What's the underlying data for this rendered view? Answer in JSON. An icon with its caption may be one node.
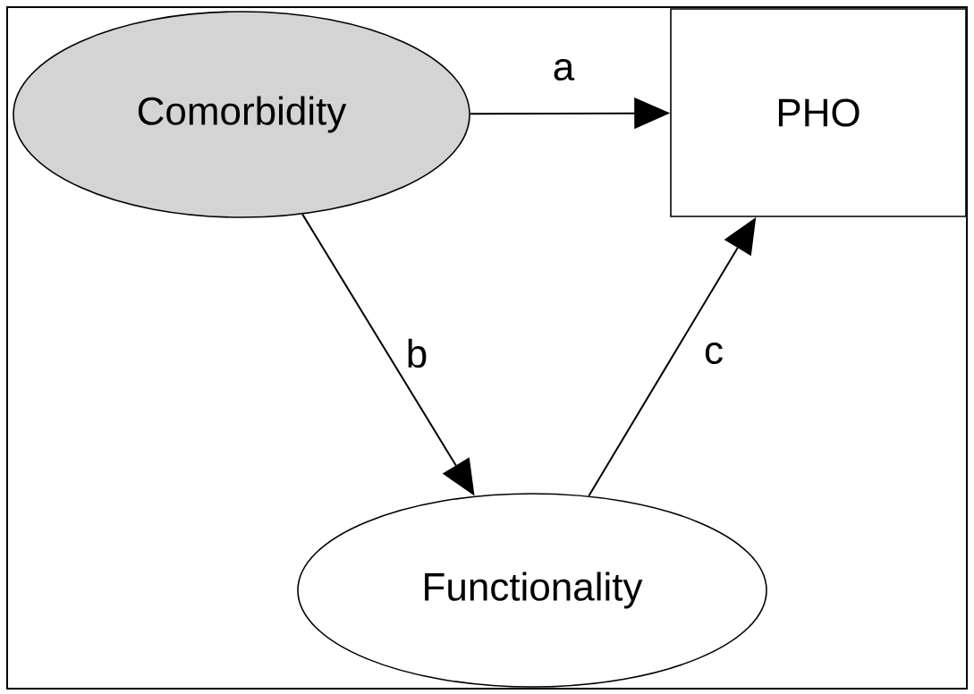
{
  "diagram": {
    "nodes": [
      {
        "text": [
          "Comorbidity"
        ]
      },
      {
        "text": [
          "PHO"
        ]
      },
      {
        "text": [
          "Functionality"
        ]
      }
    ],
    "edges": [
      {
        "from": 0,
        "to": 1,
        "arrow": "to",
        "label": "a"
      },
      {
        "from": 0,
        "to": 2,
        "arrow": "to",
        "label": "b"
      },
      {
        "from": 2,
        "to": 1,
        "arrow": "to",
        "label": "c"
      }
    ]
  }
}
